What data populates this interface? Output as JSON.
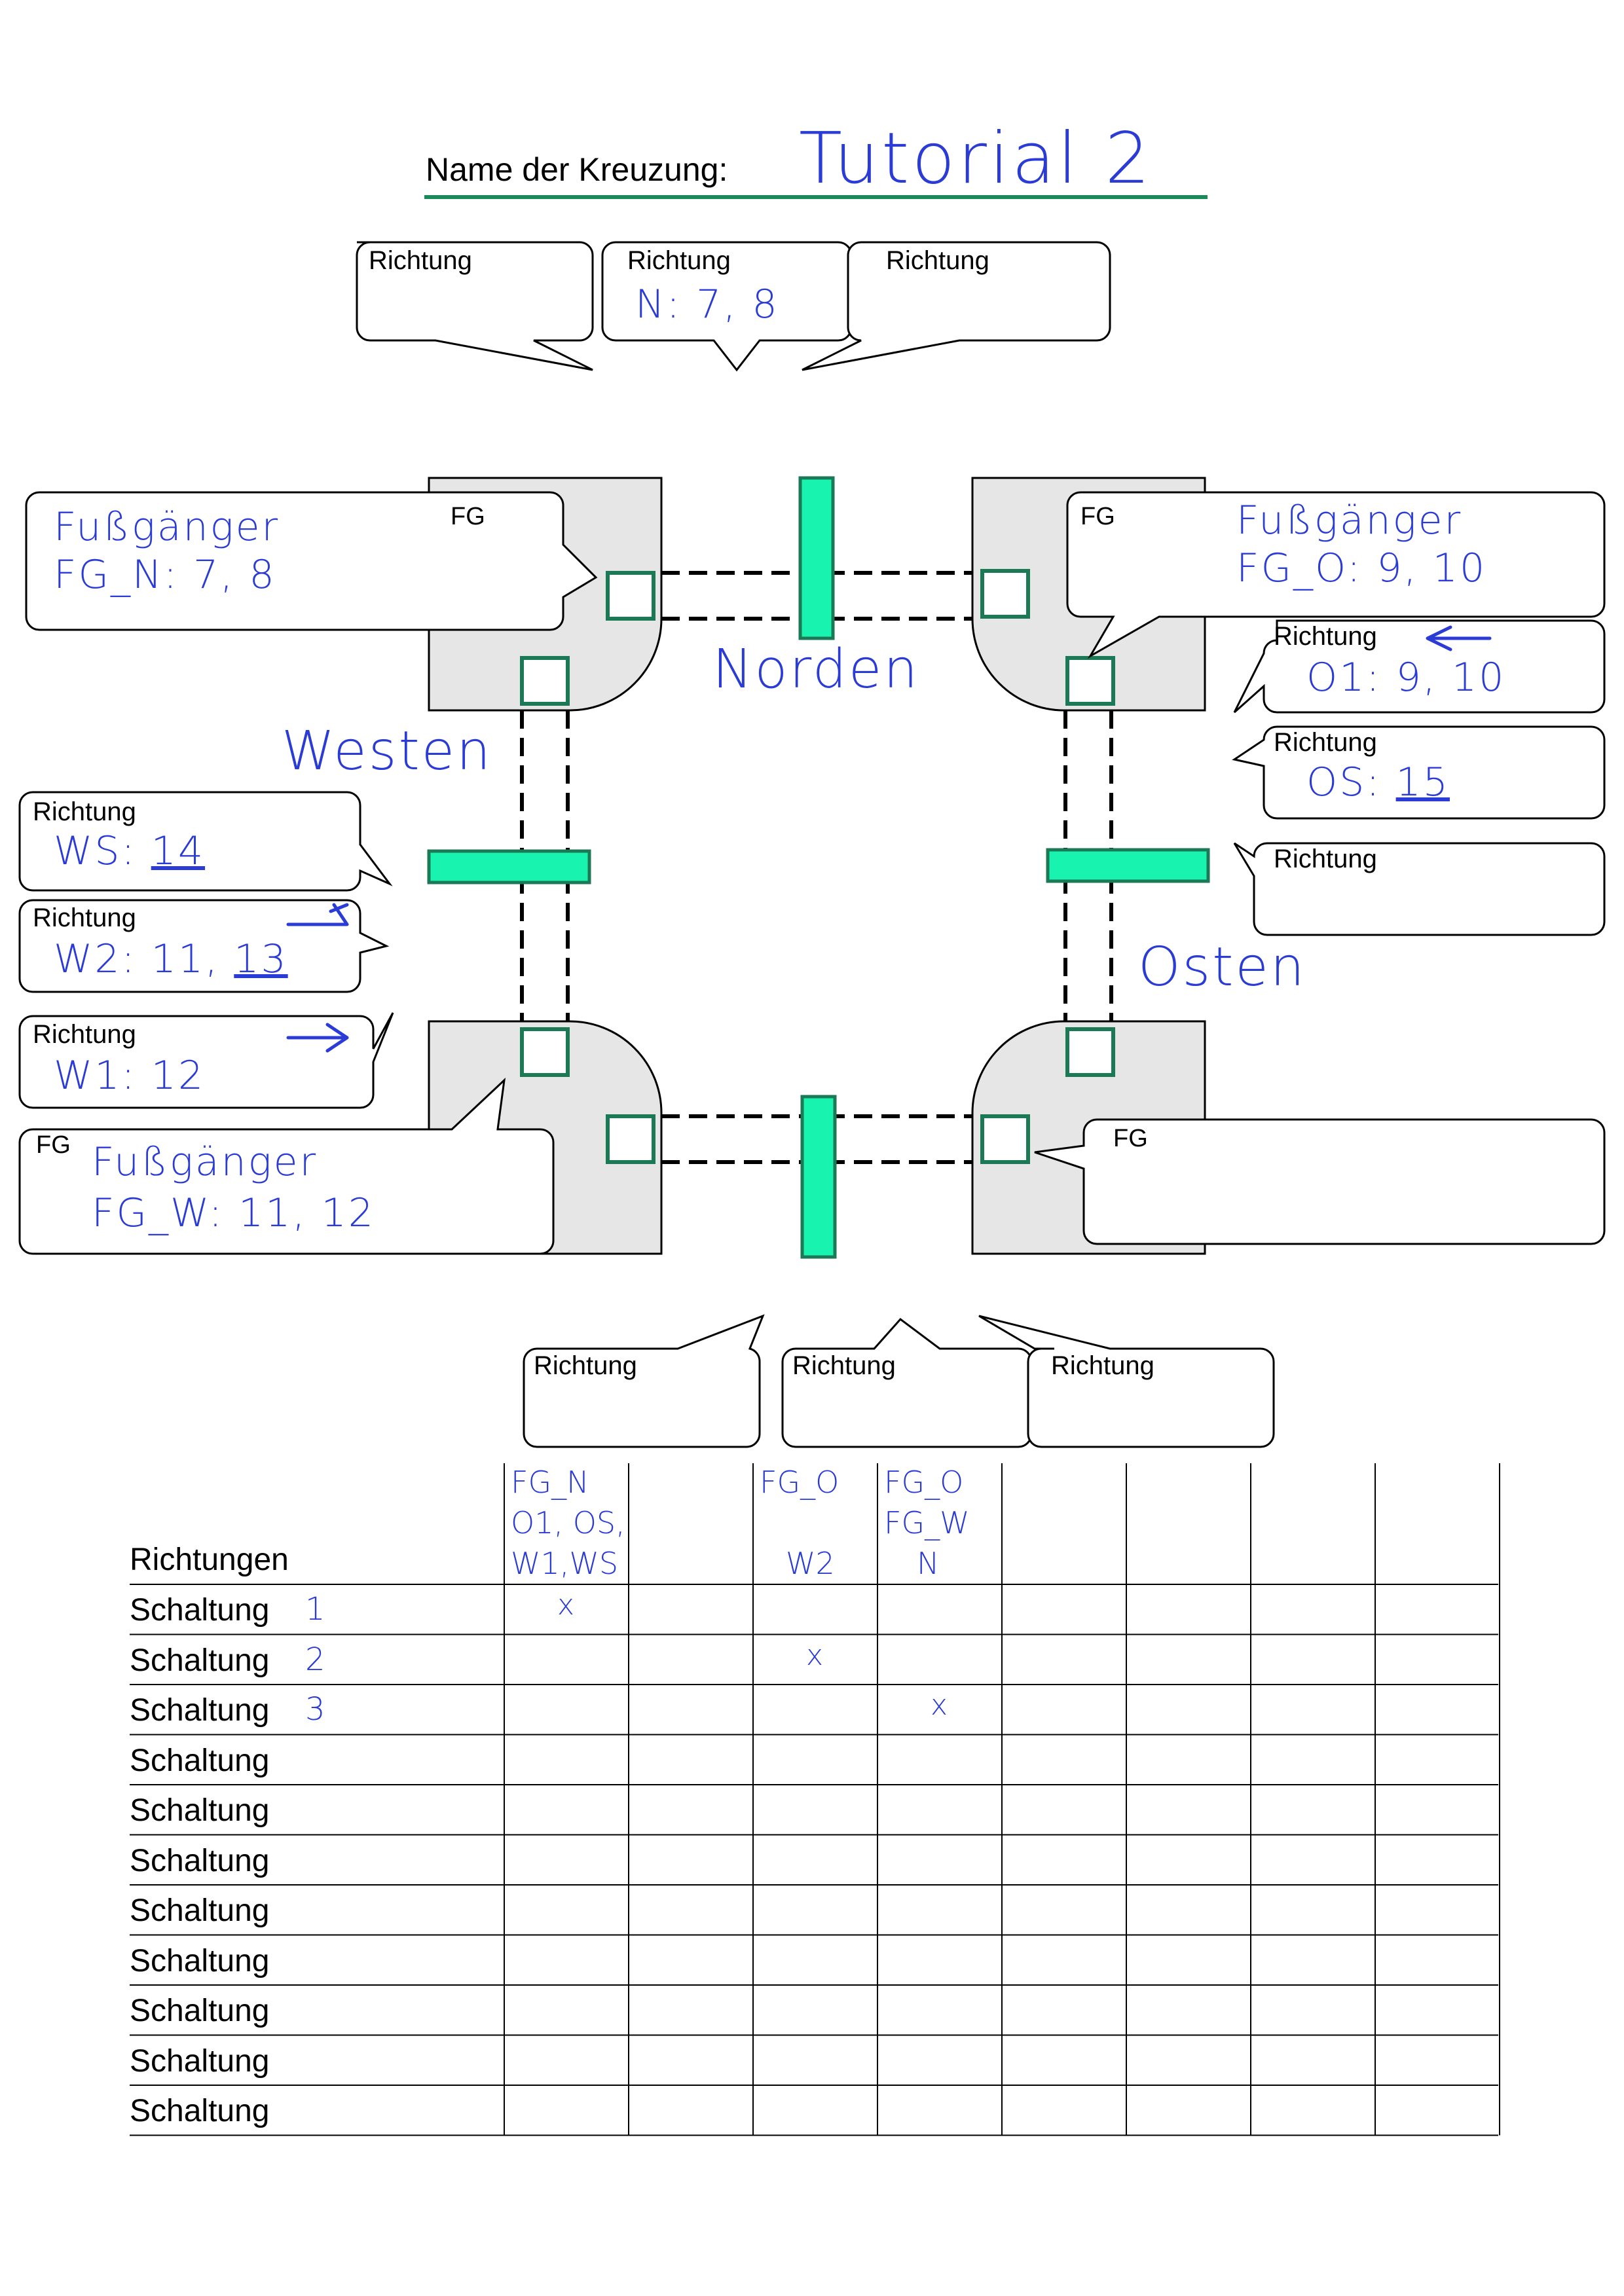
{
  "header": {
    "label": "Name der Kreuzung:",
    "value": "Tutorial 2"
  },
  "bubbles": {
    "north": [
      {
        "label": "Richtung",
        "value": ""
      },
      {
        "label": "Richtung",
        "value": "N: 7, 8"
      },
      {
        "label": "Richtung",
        "value": ""
      }
    ],
    "south": [
      {
        "label": "Richtung",
        "value": ""
      },
      {
        "label": "Richtung",
        "value": ""
      },
      {
        "label": "Richtung",
        "value": ""
      }
    ],
    "east": [
      {
        "label": "Richtung",
        "value": "O1: 9, 10"
      },
      {
        "label": "Richtung",
        "value": "OS:",
        "underlined": "15"
      },
      {
        "label": "Richtung",
        "value": ""
      }
    ],
    "west": [
      {
        "label": "Richtung",
        "value": "WS:",
        "underlined": "14"
      },
      {
        "label": "Richtung",
        "value": "W2: 11,",
        "underlined": "13"
      },
      {
        "label": "Richtung",
        "value": "W1: 12"
      }
    ]
  },
  "pedestrians": {
    "nw": {
      "label": "FG",
      "title": "Fußgänger",
      "value": "FG_N: 7, 8"
    },
    "ne": {
      "label": "FG",
      "title": "Fußgänger",
      "value": "FG_O: 9, 10"
    },
    "sw": {
      "label": "FG",
      "title": "Fußgänger",
      "value": "FG_W: 11, 12"
    },
    "se": {
      "label": "FG",
      "title": "",
      "value": ""
    }
  },
  "directions": {
    "north": "Norden",
    "west": "Westen",
    "east": "Osten"
  },
  "table": {
    "header_label": "Richtungen",
    "columns": [
      [
        "FG_N",
        "O1, OS,",
        "W1,WS"
      ],
      [],
      [
        "FG_O",
        "",
        "W2"
      ],
      [
        "FG_O",
        "FG_W",
        "N"
      ],
      [],
      [],
      [],
      []
    ],
    "row_label": "Schaltung",
    "rows": [
      {
        "number": "1",
        "marks": [
          0
        ]
      },
      {
        "number": "2",
        "marks": [
          2
        ]
      },
      {
        "number": "3",
        "marks": [
          3
        ]
      },
      {
        "number": "",
        "marks": []
      },
      {
        "number": "",
        "marks": []
      },
      {
        "number": "",
        "marks": []
      },
      {
        "number": "",
        "marks": []
      },
      {
        "number": "",
        "marks": []
      },
      {
        "number": "",
        "marks": []
      },
      {
        "number": "",
        "marks": []
      },
      {
        "number": "",
        "marks": []
      }
    ],
    "mark_symbol": "x"
  },
  "colors": {
    "ink": "#2b3bd6",
    "frame_green": "#1b7a55",
    "signal_fill": "#19f3b0",
    "corner_fill": "#e6e6e6"
  }
}
